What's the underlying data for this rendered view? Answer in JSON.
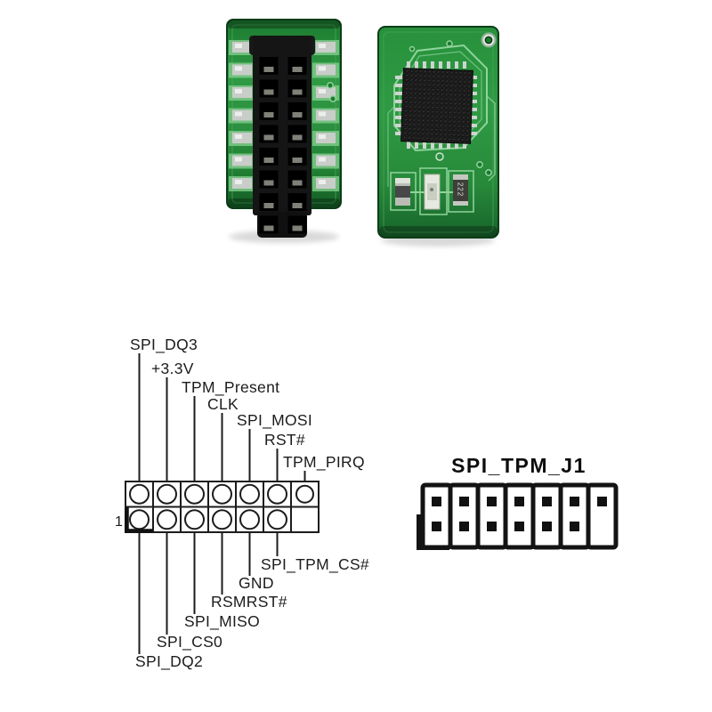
{
  "colors": {
    "background": "#ffffff",
    "diagram_line": "#1c1c1c",
    "pcb_green": "#2c9140",
    "pcb_green_dark": "#12521f",
    "pcb_trace_light": "#8fd49b",
    "pad_silver": "#c9cdc9",
    "connector_black": "#161616"
  },
  "pinout": {
    "pin1_label": "1",
    "top_pins": [
      "SPI_DQ3",
      "+3.3V",
      "TPM_Present",
      "CLK",
      "SPI_MOSI",
      "RST#",
      "TPM_PIRQ"
    ],
    "bottom_pins": [
      "SPI_DQ2",
      "SPI_CS0",
      "SPI_MISO",
      "RSMRST#",
      "GND",
      "SPI_TPM_CS#"
    ]
  },
  "header_drawing": {
    "title": "SPI_TPM_J1"
  },
  "photos": {
    "component_marking": "222"
  }
}
